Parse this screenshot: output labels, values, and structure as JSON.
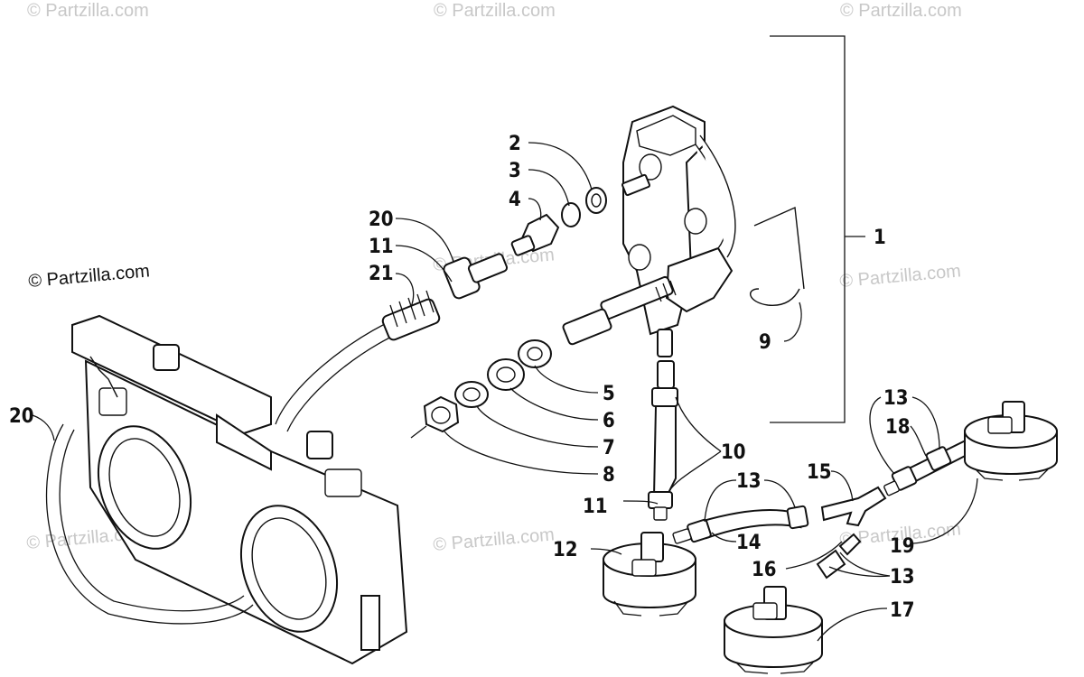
{
  "watermarks": {
    "top_left": "© Partzilla.com",
    "top_center": "© Partzilla.com",
    "top_right": "© Partzilla.com",
    "mid_left": "© Partzilla.com",
    "mid_center": "© Partzilla.com",
    "mid_right": "© Partzilla.com",
    "low_left": "© Partzilla.com",
    "low_center": "© Partzilla.com",
    "low_right": "© Partzilla.com"
  },
  "callouts": {
    "c1": "1",
    "c2": "2",
    "c3": "3",
    "c4": "4",
    "c5": "5",
    "c6": "6",
    "c7": "7",
    "c8": "8",
    "c9": "9",
    "c10": "10",
    "c11a": "11",
    "c11b": "11",
    "c12": "12",
    "c13a": "13",
    "c13b": "13",
    "c13c": "13",
    "c14": "14",
    "c15": "15",
    "c16": "16",
    "c17": "17",
    "c18": "18",
    "c19": "19",
    "c20a": "20",
    "c20b": "20",
    "c21": "21"
  }
}
